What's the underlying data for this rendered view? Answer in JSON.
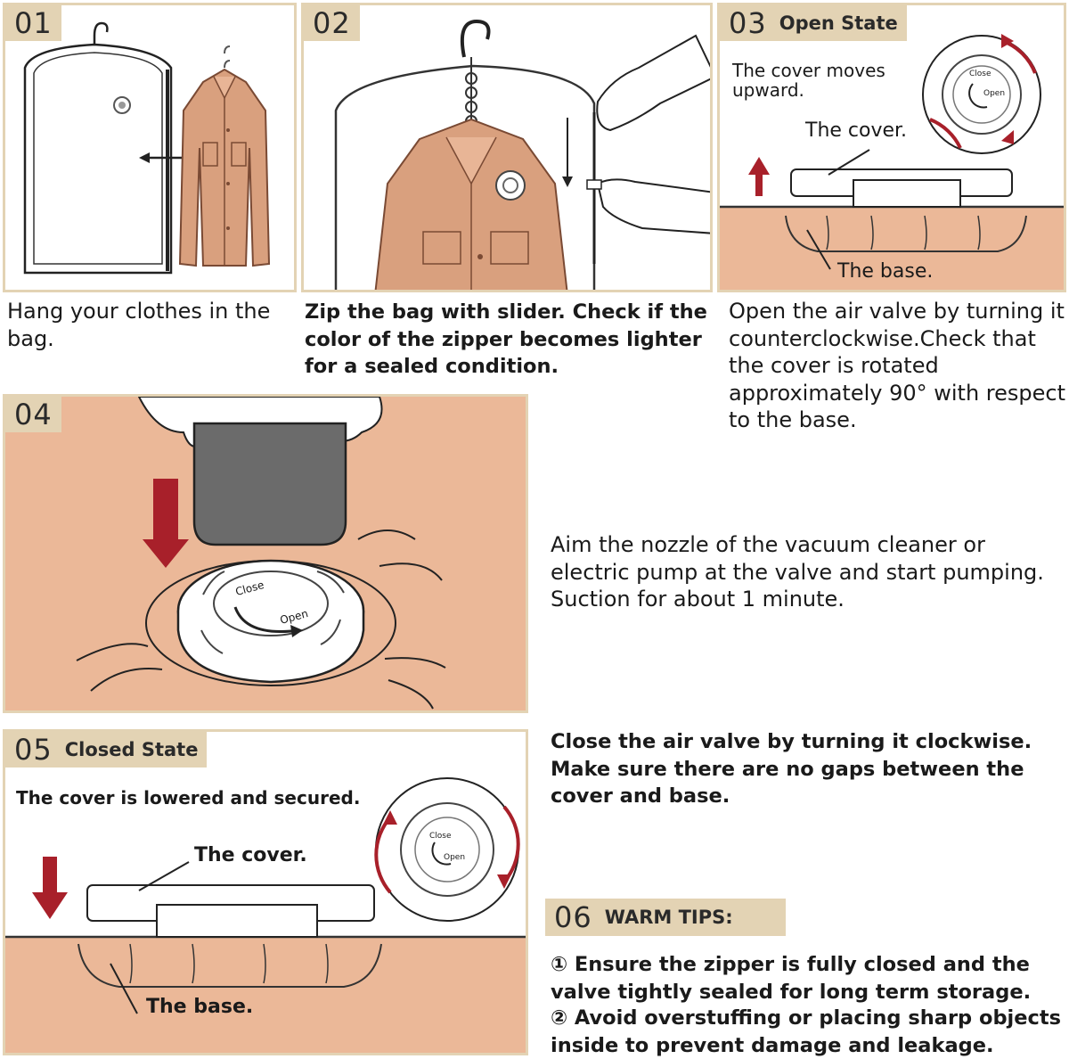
{
  "steps": {
    "s1": {
      "num": "01",
      "caption": "Hang your clothes in the bag."
    },
    "s2": {
      "num": "02",
      "caption": "Zip the bag with slider. Check if the color of the zipper becomes lighter for a sealed condition."
    },
    "s3": {
      "num": "03",
      "title": "Open State",
      "cover_moves": "The cover moves upward.",
      "cover": "The cover.",
      "base": "The base.",
      "caption": "Open the air valve by turning it counterclockwise.Check that the cover is rotated approximately 90° with respect to the base."
    },
    "s4": {
      "num": "04",
      "caption": "Aim the nozzle of the vacuum cleaner or electric pump at the valve and start pumping. Suction for about 1 minute."
    },
    "s5": {
      "num": "05",
      "title": "Closed State",
      "cover_lowered": "The cover is lowered and secured.",
      "cover": "The cover.",
      "base": "The base.",
      "caption": "Close the air valve by turning it clockwise. Make sure there are no gaps between the cover and base."
    },
    "s6": {
      "num": "06",
      "title": "WARM TIPS:",
      "tip1": "① Ensure the zipper is fully closed and the valve tightly sealed for long term storage.",
      "tip2": "② Avoid overstuffing or placing sharp objects inside to prevent damage and leakage."
    }
  },
  "valve_labels": {
    "close": "Close",
    "open": "Open"
  },
  "colors": {
    "badge": "#e3d3b4",
    "skin": "#ebb898",
    "arrow_red": "#a8202a",
    "coat": "#d9a07e",
    "ink": "#1a1a1a"
  }
}
